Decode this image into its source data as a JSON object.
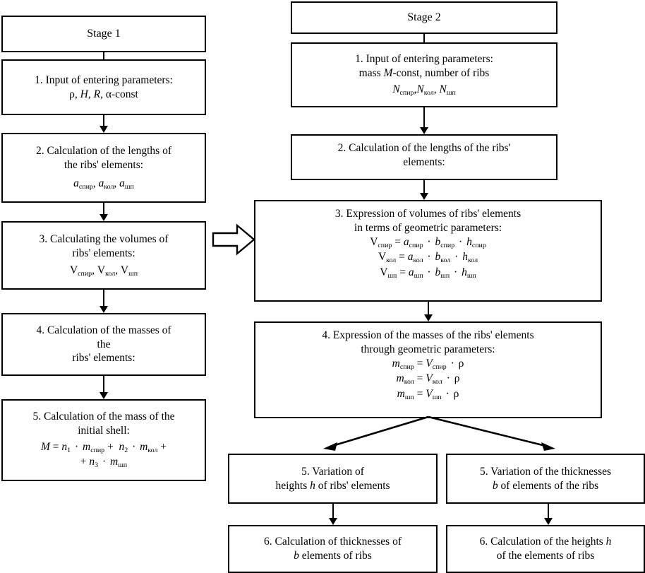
{
  "diagram": {
    "title_stage1": "Stage 1",
    "title_stage2": "Stage 2",
    "accent_color": "#000000",
    "background_color": "#ffffff"
  },
  "stage1": {
    "header": "Stage 1",
    "steps": [
      {
        "id": "s1-step1",
        "lines": [
          "1. Input of entering parameters:"
        ],
        "formula_lines": [
          "ρ, H, R, α-const"
        ]
      },
      {
        "id": "s1-step2",
        "lines": [
          "2. Calculation of the lengths of",
          "the ribs' elements:"
        ],
        "formula_lines": [
          "aспир, aкол, aшп"
        ]
      },
      {
        "id": "s1-step3",
        "lines": [
          "3. Calculating the volumes of",
          "ribs' elements:"
        ],
        "formula_lines": [
          "Vспир, Vкол, Vшп"
        ]
      },
      {
        "id": "s1-step4",
        "lines": [
          "4. Calculation of the masses of",
          "the",
          "ribs' elements:"
        ],
        "formula_lines": []
      },
      {
        "id": "s1-step5",
        "lines": [
          "5. Calculation of the mass of the",
          "initial shell:"
        ],
        "formula_lines": [
          "M = n1 · mспир + n2 · mкол +",
          "+ n3 · mшп"
        ]
      }
    ]
  },
  "stage2": {
    "header": "Stage 2",
    "steps": [
      {
        "id": "s2-step1",
        "lines": [
          "1. Input of entering parameters:",
          "mass M-const, number of ribs"
        ],
        "formula_lines": [
          "Nспир,Nкол, Nшп"
        ]
      },
      {
        "id": "s2-step2",
        "lines": [
          "2. Calculation of the lengths of the ribs'",
          "elements:"
        ],
        "formula_lines": []
      },
      {
        "id": "s2-step3",
        "lines": [
          "3. Expression of volumes of ribs' elements",
          "in terms of geometric parameters:"
        ],
        "formula_lines": [
          "Vспир = aспир · bспир · hспир",
          "Vкол = aкол · bкол · hкол",
          "Vшп = aшп · bшп · hшп"
        ]
      },
      {
        "id": "s2-step4",
        "lines": [
          "4. Expression of the masses of the ribs' elements",
          "through geometric parameters:"
        ],
        "formula_lines": [
          "mспир = Vспир · ρ",
          "mкол = Vкол · ρ",
          "mшп = Vшп · ρ"
        ]
      },
      {
        "id": "s2-step5-left",
        "lines": [
          "5. Variation of",
          "heights h of ribs' elements"
        ],
        "formula_lines": []
      },
      {
        "id": "s2-step5-right",
        "lines": [
          "5. Variation of the thicknesses",
          "b of elements of the ribs"
        ],
        "formula_lines": []
      },
      {
        "id": "s2-step6-left",
        "lines": [
          "6. Calculation of thicknesses of",
          "b elements of ribs"
        ],
        "formula_lines": []
      },
      {
        "id": "s2-step6-right",
        "lines": [
          "6. Calculation of the heights h",
          "of the elements of ribs"
        ],
        "formula_lines": []
      }
    ]
  },
  "connectors": {
    "stage_link_label": "hollow-block-arrow-stage1-to-stage2",
    "arrow_count": 12
  }
}
